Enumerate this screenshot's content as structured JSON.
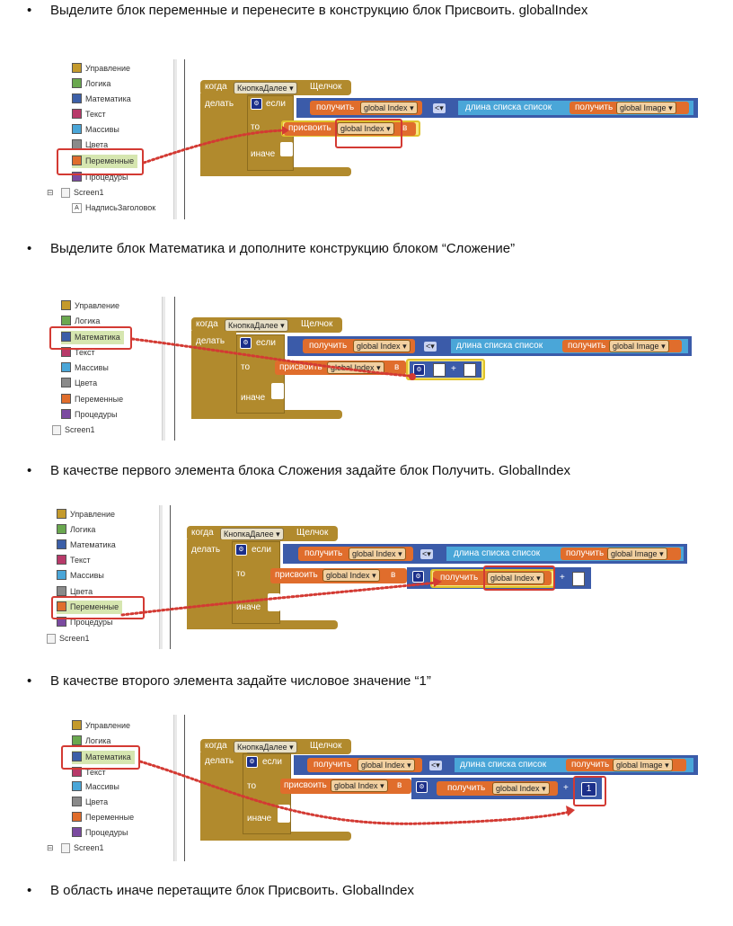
{
  "steps": [
    {
      "bullet": "•",
      "text": "Выделите блок переменные и  перенесите в конструкцию блок  Присвоить. globalIndex"
    },
    {
      "bullet": "•",
      "text": "Выделите блок Математика и дополните конструкцию блоком “Сложение”"
    },
    {
      "bullet": "•",
      "text": "В качестве первого элемента блока Сложения задайте блок  Получить. GlobalIndex"
    },
    {
      "bullet": "•",
      "text": "В качестве второго элемента задайте числовое значение “1”"
    },
    {
      "bullet": "•",
      "text": "В область иначе перетащите блок  Присвоить. GlobalIndex"
    }
  ],
  "palette": {
    "control": "Управление",
    "logic": "Логика",
    "math": "Математика",
    "text": "Текст",
    "lists": "Массивы",
    "colors": "Цвета",
    "variables": "Переменные",
    "procedures": "Процедуры",
    "screen": "Screen1",
    "label_component": "НадписьЗаголовок",
    "collapse_sign": "⊟",
    "label_glyph": "A"
  },
  "colors": {
    "control": "#c49a2c",
    "logic": "#6aa84f",
    "math": "#3c5fa8",
    "text": "#b83a6a",
    "lists": "#4aa6d8",
    "colors_cat": "#8a8a8a",
    "variables": "#e06d2c",
    "procedures": "#7b4aa0",
    "highlight": "#d33a33"
  },
  "blocks": {
    "when": "когда",
    "button": "КнопкаДалее",
    "click": "Щелчок",
    "do": "делать",
    "if": "если",
    "then": "то",
    "else": "иначе",
    "get": "получить",
    "global_index": "global Index",
    "global_image": "global Image",
    "less_than": "<",
    "list_length": "длина списка  список",
    "set": "присвоить",
    "to": "в",
    "plus": "+",
    "number_one": "1",
    "dropdown": "▾",
    "gear": "⚙"
  }
}
